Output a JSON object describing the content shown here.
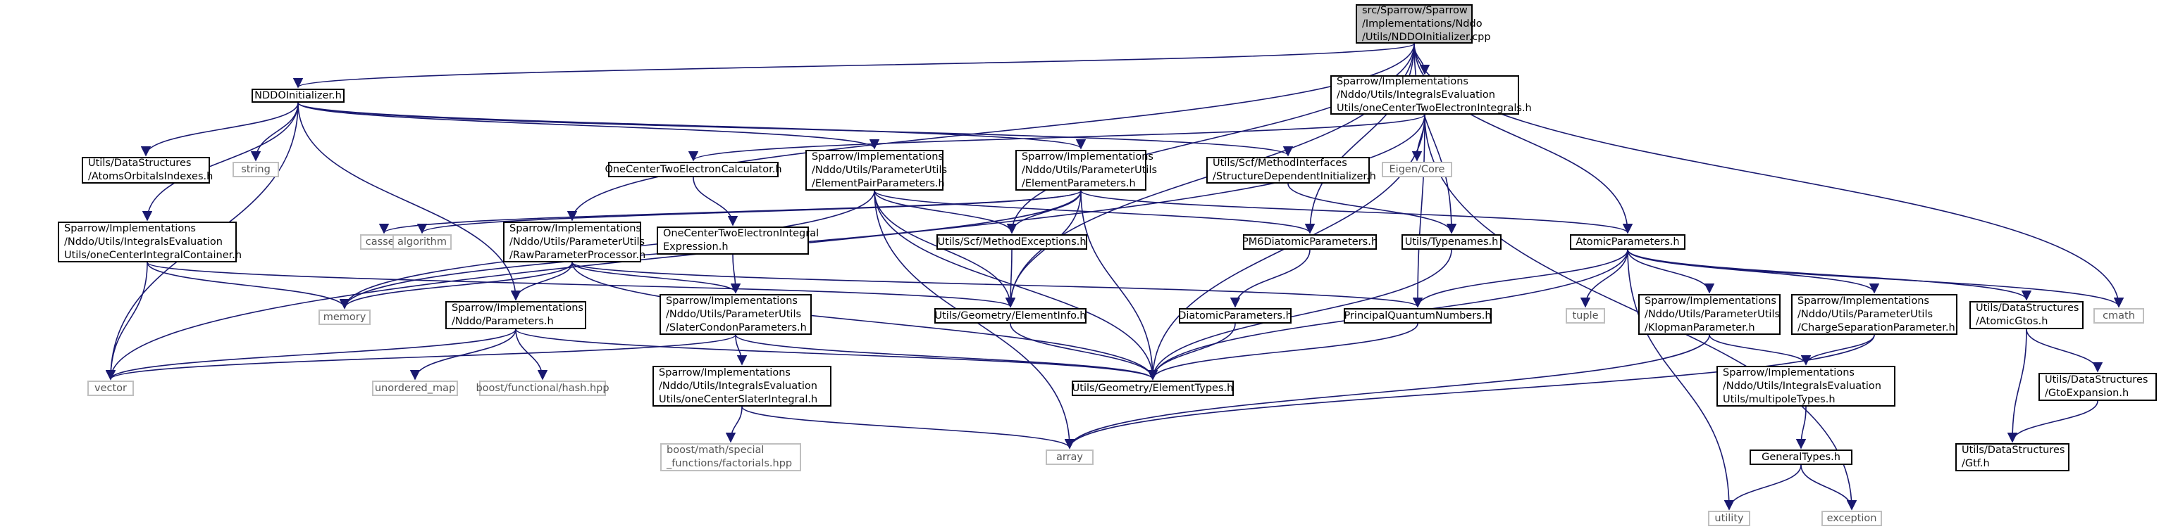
{
  "graph_title": "",
  "colors": {
    "edge": "#191970",
    "root_fill": "#bfbfbf",
    "system_border": "#bfbfbf",
    "node_border": "#000000"
  },
  "nodes": {
    "root": {
      "label": "src/Sparrow/Sparrow\n/Implementations/Nddo\n/Utils/NDDOInitializer.cpp",
      "kind": "root"
    },
    "nddo_init_h": {
      "label": "NDDOInitializer.h",
      "kind": "project"
    },
    "one_center_two_e_h": {
      "label": "Sparrow/Implementations\n/Nddo/Utils/IntegralsEvaluation\nUtils/oneCenterTwoElectronIntegrals.h",
      "kind": "project"
    },
    "atoms_orbitals": {
      "label": "Utils/DataStructures\n/AtomsOrbitalsIndexes.h",
      "kind": "project"
    },
    "string": {
      "label": "string",
      "kind": "system"
    },
    "element_pair_params": {
      "label": "Sparrow/Implementations\n/Nddo/Utils/ParameterUtils\n/ElementPairParameters.h",
      "kind": "project"
    },
    "element_params": {
      "label": "Sparrow/Implementations\n/Nddo/Utils/ParameterUtils\n/ElementParameters.h",
      "kind": "project"
    },
    "structure_dep_init": {
      "label": "Utils/Scf/MethodInterfaces\n/StructureDependentInitializer.h",
      "kind": "project"
    },
    "one_center_two_e_calc": {
      "label": "OneCenterTwoElectronCalculator.h",
      "kind": "project"
    },
    "eigen_core": {
      "label": "Eigen/Core",
      "kind": "system"
    },
    "one_center_integral_container": {
      "label": "Sparrow/Implementations\n/Nddo/Utils/IntegralsEvaluation\nUtils/oneCenterIntegralContainer.h",
      "kind": "project"
    },
    "raw_param_processor": {
      "label": "Sparrow/Implementations\n/Nddo/Utils/ParameterUtils\n/RawParameterProcessor.h",
      "kind": "project"
    },
    "cassert": {
      "label": "cassert",
      "kind": "system"
    },
    "algorithm": {
      "label": "algorithm",
      "kind": "system"
    },
    "one_center_two_e_expr": {
      "label": "OneCenterTwoElectronIntegral\nExpression.h",
      "kind": "project"
    },
    "method_exceptions": {
      "label": "Utils/Scf/MethodExceptions.h",
      "kind": "project"
    },
    "pm6_diatomic": {
      "label": "PM6DiatomicParameters.h",
      "kind": "project"
    },
    "typenames": {
      "label": "Utils/Typenames.h",
      "kind": "project"
    },
    "atomic_params": {
      "label": "AtomicParameters.h",
      "kind": "project"
    },
    "memory": {
      "label": "memory",
      "kind": "system"
    },
    "parameters_h": {
      "label": "Sparrow/Implementations\n/Nddo/Parameters.h",
      "kind": "project"
    },
    "slater_condon": {
      "label": "Sparrow/Implementations\n/Nddo/Utils/ParameterUtils\n/SlaterCondonParameters.h",
      "kind": "project"
    },
    "element_info": {
      "label": "Utils/Geometry/ElementInfo.h",
      "kind": "project"
    },
    "diatomic_params": {
      "label": "DiatomicParameters.h",
      "kind": "project"
    },
    "principal_qn": {
      "label": "PrincipalQuantumNumbers.h",
      "kind": "project"
    },
    "tuple": {
      "label": "tuple",
      "kind": "system"
    },
    "klopman": {
      "label": "Sparrow/Implementations\n/Nddo/Utils/ParameterUtils\n/KlopmanParameter.h",
      "kind": "project"
    },
    "charge_sep": {
      "label": "Sparrow/Implementations\n/Nddo/Utils/ParameterUtils\n/ChargeSeparationParameter.h",
      "kind": "project"
    },
    "atomic_gtos": {
      "label": "Utils/DataStructures\n/AtomicGtos.h",
      "kind": "project"
    },
    "cmath": {
      "label": "cmath",
      "kind": "system"
    },
    "vector": {
      "label": "vector",
      "kind": "system"
    },
    "unordered_map": {
      "label": "unordered_map",
      "kind": "system"
    },
    "boost_hash": {
      "label": "boost/functional/hash.hpp",
      "kind": "system"
    },
    "one_center_slater": {
      "label": "Sparrow/Implementations\n/Nddo/Utils/IntegralsEvaluation\nUtils/oneCenterSlaterIntegral.h",
      "kind": "project"
    },
    "element_types": {
      "label": "Utils/Geometry/ElementTypes.h",
      "kind": "project"
    },
    "multipole_types": {
      "label": "Sparrow/Implementations\n/Nddo/Utils/IntegralsEvaluation\nUtils/multipoleTypes.h",
      "kind": "project"
    },
    "gto_expansion": {
      "label": "Utils/DataStructures\n/GtoExpansion.h",
      "kind": "project"
    },
    "array": {
      "label": "array",
      "kind": "system"
    },
    "boost_factorials": {
      "label": "boost/math/special\n_functions/factorials.hpp",
      "kind": "system"
    },
    "general_types": {
      "label": "GeneralTypes.h",
      "kind": "project"
    },
    "gtf": {
      "label": "Utils/DataStructures\n/Gtf.h",
      "kind": "project"
    },
    "utility": {
      "label": "utility",
      "kind": "system"
    },
    "exception": {
      "label": "exception",
      "kind": "system"
    }
  },
  "edges": [
    [
      "root",
      "nddo_init_h"
    ],
    [
      "root",
      "one_center_two_e_h"
    ],
    [
      "root",
      "raw_param_processor"
    ],
    [
      "root",
      "method_exceptions"
    ],
    [
      "root",
      "element_info"
    ],
    [
      "root",
      "pm6_diatomic"
    ],
    [
      "root",
      "typenames"
    ],
    [
      "root",
      "atomic_params"
    ],
    [
      "root",
      "cmath"
    ],
    [
      "nddo_init_h",
      "atoms_orbitals"
    ],
    [
      "nddo_init_h",
      "string"
    ],
    [
      "nddo_init_h",
      "element_pair_params"
    ],
    [
      "nddo_init_h",
      "element_params"
    ],
    [
      "nddo_init_h",
      "structure_dep_init"
    ],
    [
      "nddo_init_h",
      "one_center_integral_container"
    ],
    [
      "nddo_init_h",
      "parameters_h"
    ],
    [
      "nddo_init_h",
      "vector"
    ],
    [
      "one_center_two_e_h",
      "one_center_two_e_calc"
    ],
    [
      "one_center_two_e_h",
      "eigen_core"
    ],
    [
      "one_center_two_e_h",
      "principal_qn"
    ],
    [
      "one_center_two_e_h",
      "element_types"
    ],
    [
      "one_center_two_e_h",
      "vector"
    ],
    [
      "one_center_two_e_h",
      "exception"
    ],
    [
      "element_pair_params",
      "memory"
    ],
    [
      "element_pair_params",
      "method_exceptions"
    ],
    [
      "element_pair_params",
      "pm6_diatomic"
    ],
    [
      "element_pair_params",
      "element_info"
    ],
    [
      "element_pair_params",
      "element_types"
    ],
    [
      "element_pair_params",
      "array"
    ],
    [
      "element_params",
      "algorithm"
    ],
    [
      "element_params",
      "cassert"
    ],
    [
      "element_params",
      "memory"
    ],
    [
      "element_params",
      "atomic_params"
    ],
    [
      "element_params",
      "element_info"
    ],
    [
      "element_params",
      "element_types"
    ],
    [
      "element_params",
      "method_exceptions"
    ],
    [
      "structure_dep_init",
      "typenames"
    ],
    [
      "one_center_two_e_calc",
      "one_center_two_e_expr"
    ],
    [
      "one_center_integral_container",
      "memory"
    ],
    [
      "one_center_integral_container",
      "element_info"
    ],
    [
      "one_center_integral_container",
      "vector"
    ],
    [
      "raw_param_processor",
      "memory"
    ],
    [
      "raw_param_processor",
      "parameters_h"
    ],
    [
      "raw_param_processor",
      "slater_condon"
    ],
    [
      "raw_param_processor",
      "principal_qn"
    ],
    [
      "raw_param_processor",
      "element_types"
    ],
    [
      "one_center_two_e_expr",
      "slater_condon"
    ],
    [
      "method_exceptions",
      "element_info"
    ],
    [
      "pm6_diatomic",
      "diatomic_params"
    ],
    [
      "typenames",
      "element_types"
    ],
    [
      "atomic_params",
      "principal_qn"
    ],
    [
      "atomic_params",
      "tuple"
    ],
    [
      "atomic_params",
      "klopman"
    ],
    [
      "atomic_params",
      "charge_sep"
    ],
    [
      "atomic_params",
      "atomic_gtos"
    ],
    [
      "atomic_params",
      "cmath"
    ],
    [
      "atomic_params",
      "element_types"
    ],
    [
      "atomic_params",
      "utility"
    ],
    [
      "parameters_h",
      "unordered_map"
    ],
    [
      "parameters_h",
      "boost_hash"
    ],
    [
      "parameters_h",
      "vector"
    ],
    [
      "parameters_h",
      "element_types"
    ],
    [
      "slater_condon",
      "one_center_slater"
    ],
    [
      "slater_condon",
      "vector"
    ],
    [
      "slater_condon",
      "element_types"
    ],
    [
      "element_info",
      "element_types"
    ],
    [
      "diatomic_params",
      "element_types"
    ],
    [
      "principal_qn",
      "element_types"
    ],
    [
      "klopman",
      "multipole_types"
    ],
    [
      "klopman",
      "array"
    ],
    [
      "charge_sep",
      "multipole_types"
    ],
    [
      "charge_sep",
      "array"
    ],
    [
      "atomic_gtos",
      "gto_expansion"
    ],
    [
      "atomic_gtos",
      "gtf"
    ],
    [
      "one_center_slater",
      "boost_factorials"
    ],
    [
      "one_center_slater",
      "array"
    ],
    [
      "multipole_types",
      "general_types"
    ],
    [
      "gto_expansion",
      "gtf"
    ],
    [
      "general_types",
      "utility"
    ],
    [
      "general_types",
      "exception"
    ]
  ]
}
